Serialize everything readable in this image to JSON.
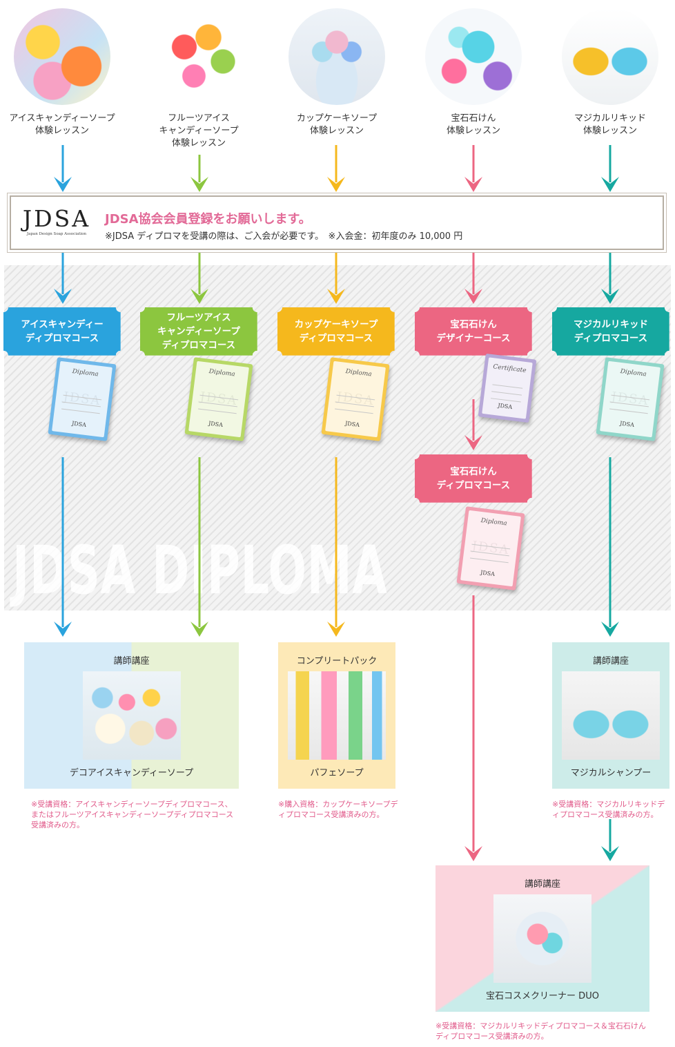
{
  "colors": {
    "blue": "#2aa3dd",
    "green": "#8cc63f",
    "yellow": "#f5b81d",
    "pink": "#ec6682",
    "teal": "#16a8a0",
    "lavender": "#b7a8d8",
    "registration_accent": "#e26a97",
    "note": "#e15a8a"
  },
  "lessons": [
    {
      "label": "アイスキャンディーソープ\n体験レッスン",
      "image": "ice-candy-soap-photo"
    },
    {
      "label": "フルーツアイス\nキャンディーソープ\n体験レッスン",
      "image": "fruit-ice-candy-soap-photo"
    },
    {
      "label": "カップケーキソープ\n体験レッスン",
      "image": "cupcake-soap-photo"
    },
    {
      "label": "宝石石けん\n体験レッスン",
      "image": "gemstone-soap-photo"
    },
    {
      "label": "マジカルリキッド\n体験レッスン",
      "image": "magical-liquid-photo"
    }
  ],
  "registration": {
    "logo_text": "JDSA",
    "logo_subtext": "Japan Design Soap Association",
    "title": "JDSA協会会員登録をお願いします。",
    "note": "※JDSA ディプロマを受講の際は、ご入会が必要です。　※入会金：初年度のみ 10,000 円"
  },
  "watermark": "JDSA DIPLOMA",
  "courses": [
    {
      "label": "アイスキャンディー\nディプロマコース"
    },
    {
      "label": "フルーツアイス\nキャンディーソープ\nディプロマコース"
    },
    {
      "label": "カップケーキソープ\nディプロマコース"
    },
    {
      "label": "宝石石けん\nデザイナーコース"
    },
    {
      "label": "マジカルリキッド\nディプロマコース"
    },
    {
      "label": "宝石石けん\nディプロマコース"
    }
  ],
  "certificates": {
    "diploma_title": "Diploma",
    "certificate_title": "Certificate",
    "seal": "JDSA"
  },
  "boxes": {
    "deco": {
      "title": "講師講座",
      "caption": "デコアイスキャンディーソープ",
      "image": "deco-ice-candy-soap-photo"
    },
    "complete": {
      "title": "コンプリートパック",
      "caption": "パフェソープ",
      "image": "parfait-soap-photo"
    },
    "magical": {
      "title": "講師講座",
      "caption": "マジカルシャンプー",
      "image": "magical-shampoo-photo"
    },
    "duo": {
      "title": "講師講座",
      "caption": "宝石コスメクリーナー DUO",
      "image": "gem-cosme-cleaner-photo"
    }
  },
  "notes": {
    "deco": "※受講資格：アイスキャンディーソープディプロマコース、またはフルーツアイスキャンディーソープディプロマコース受講済みの方。",
    "complete": "※購入資格：カップケーキソープディプロマコース受講済みの方。",
    "magical": "※受講資格：マジカルリキッドディプロマコース受講済みの方。",
    "duo": "※受講資格：マジカルリキッドディプロマコース＆宝石石けんディプロマコース受講済みの方。"
  }
}
